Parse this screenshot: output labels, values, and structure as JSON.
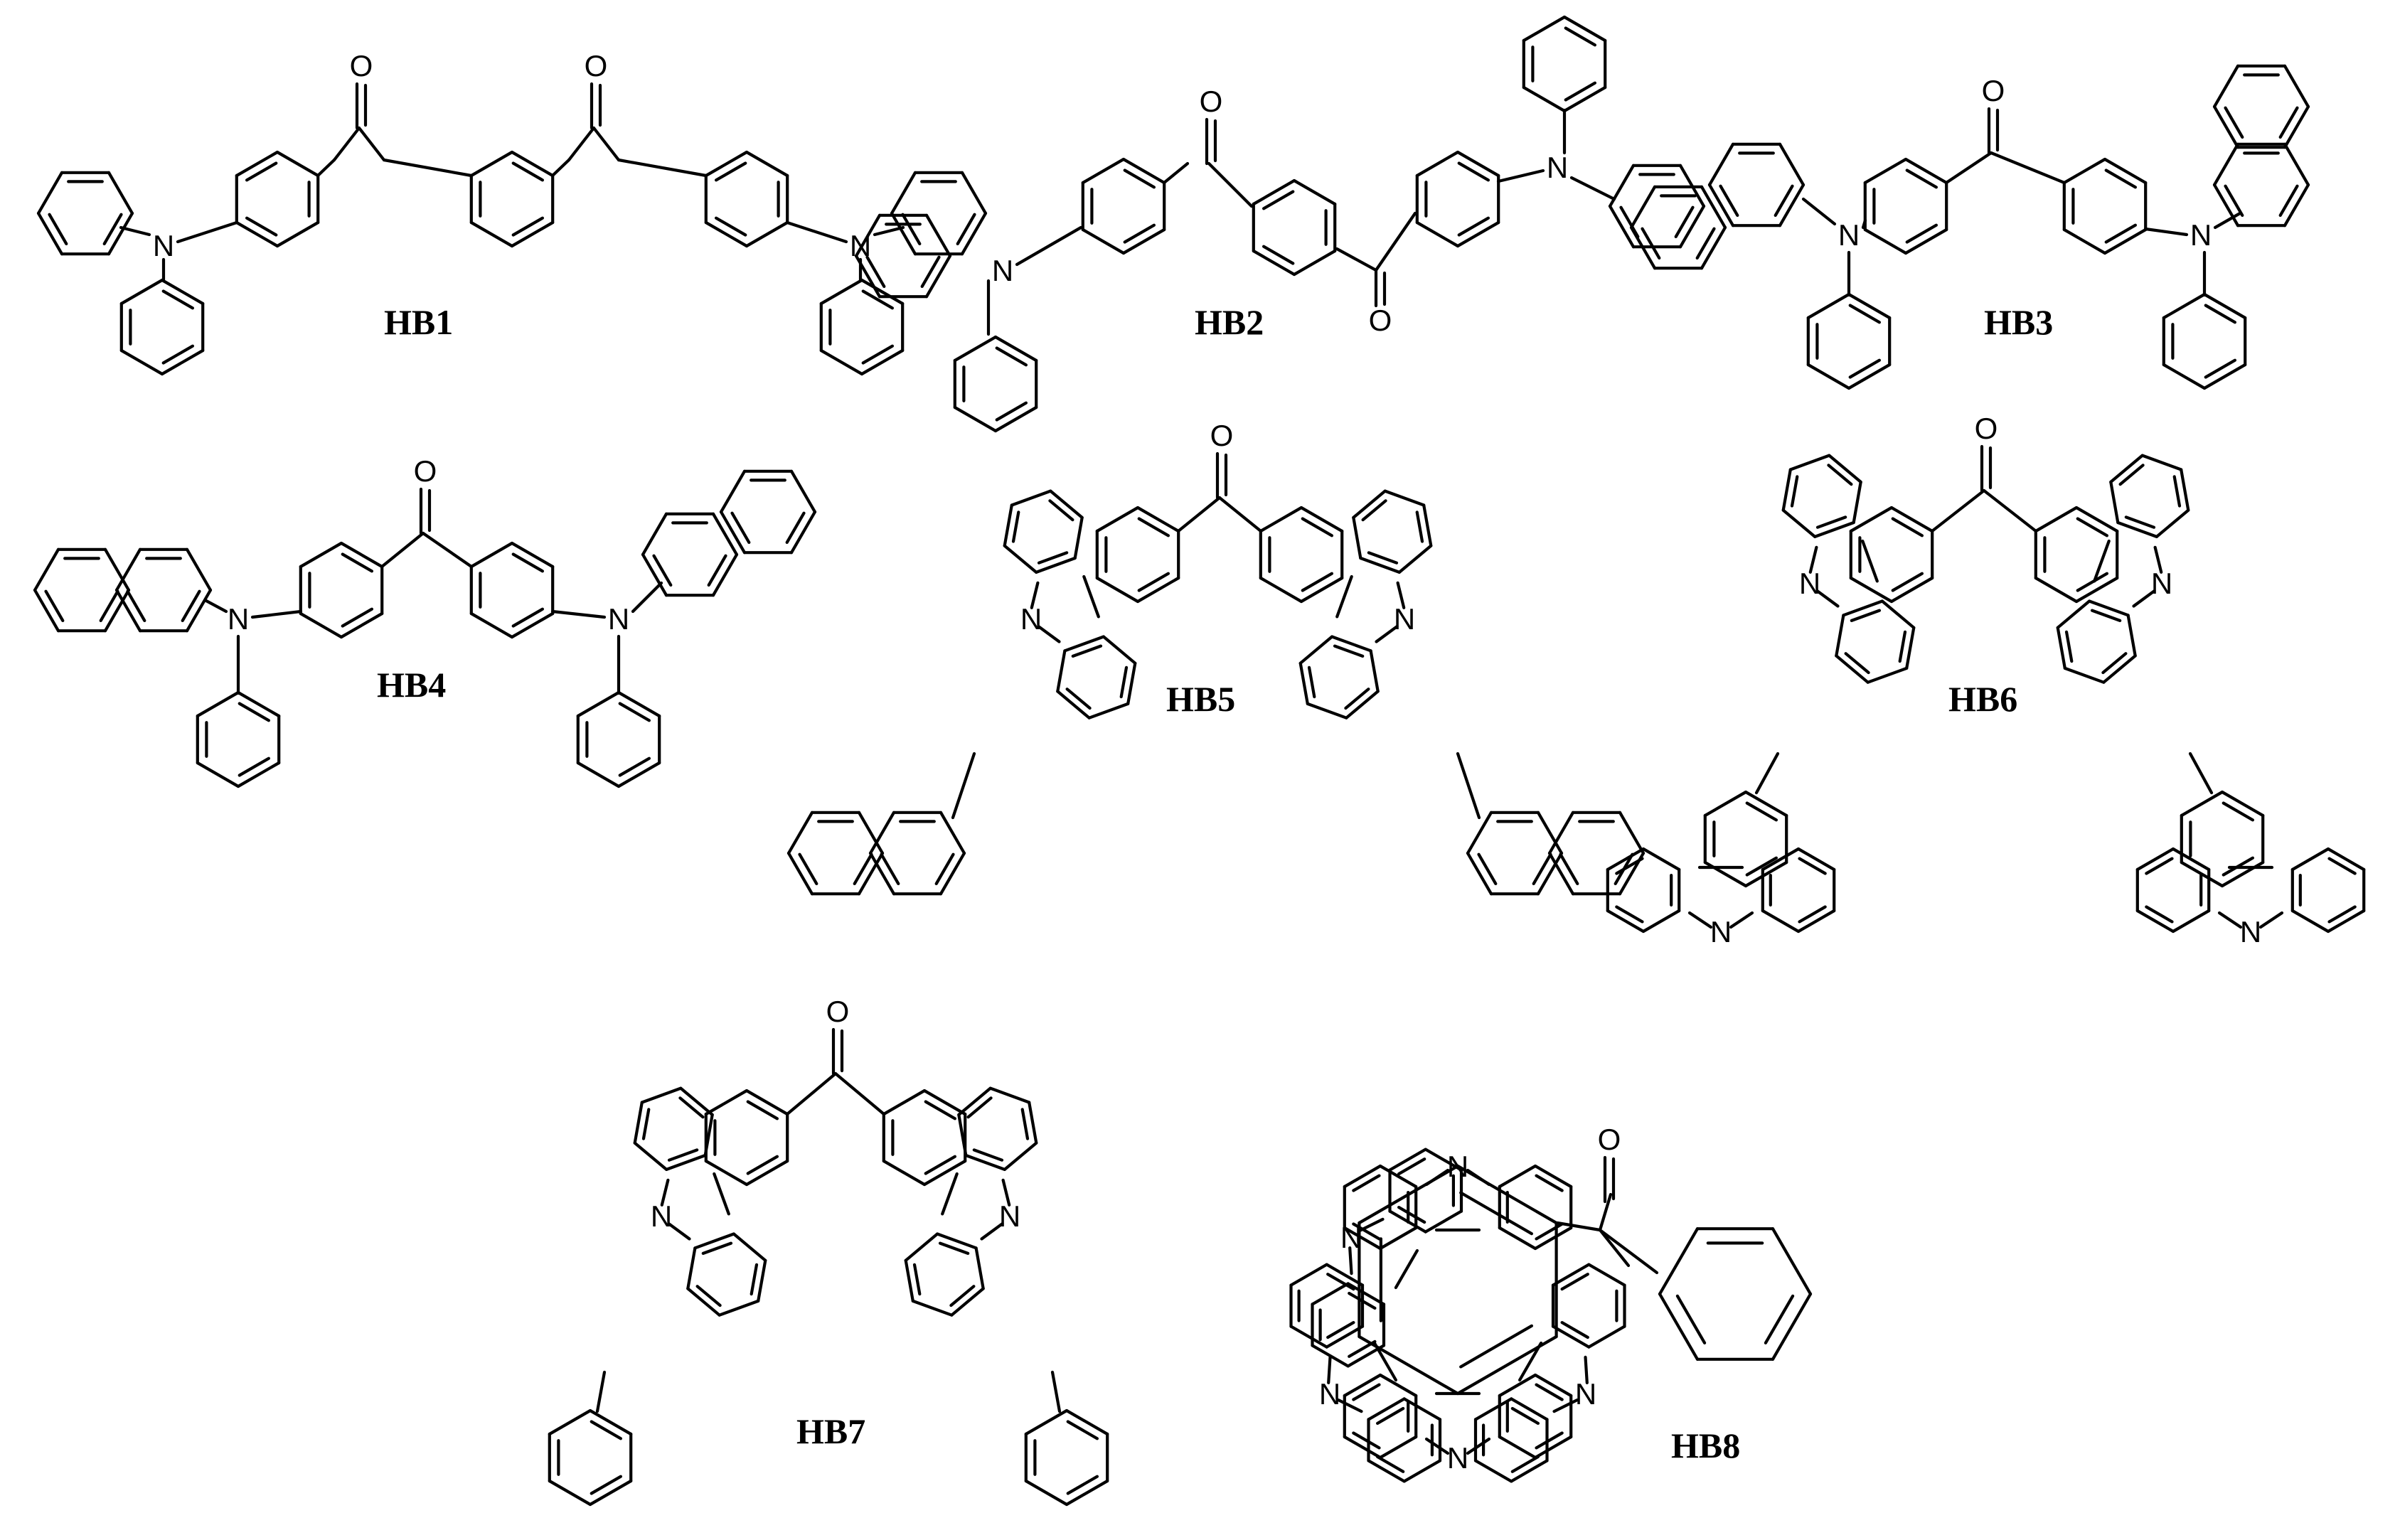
{
  "compounds": [
    {
      "id": "HB1",
      "label": "HB1"
    },
    {
      "id": "HB2",
      "label": "HB2"
    },
    {
      "id": "HB3",
      "label": "HB3"
    },
    {
      "id": "HB4",
      "label": "HB4"
    },
    {
      "id": "HB5",
      "label": "HB5"
    },
    {
      "id": "HB6",
      "label": "HB6"
    },
    {
      "id": "HB7",
      "label": "HB7"
    },
    {
      "id": "HB8",
      "label": "HB8"
    }
  ],
  "atoms": {
    "N": "N",
    "O": "O"
  }
}
